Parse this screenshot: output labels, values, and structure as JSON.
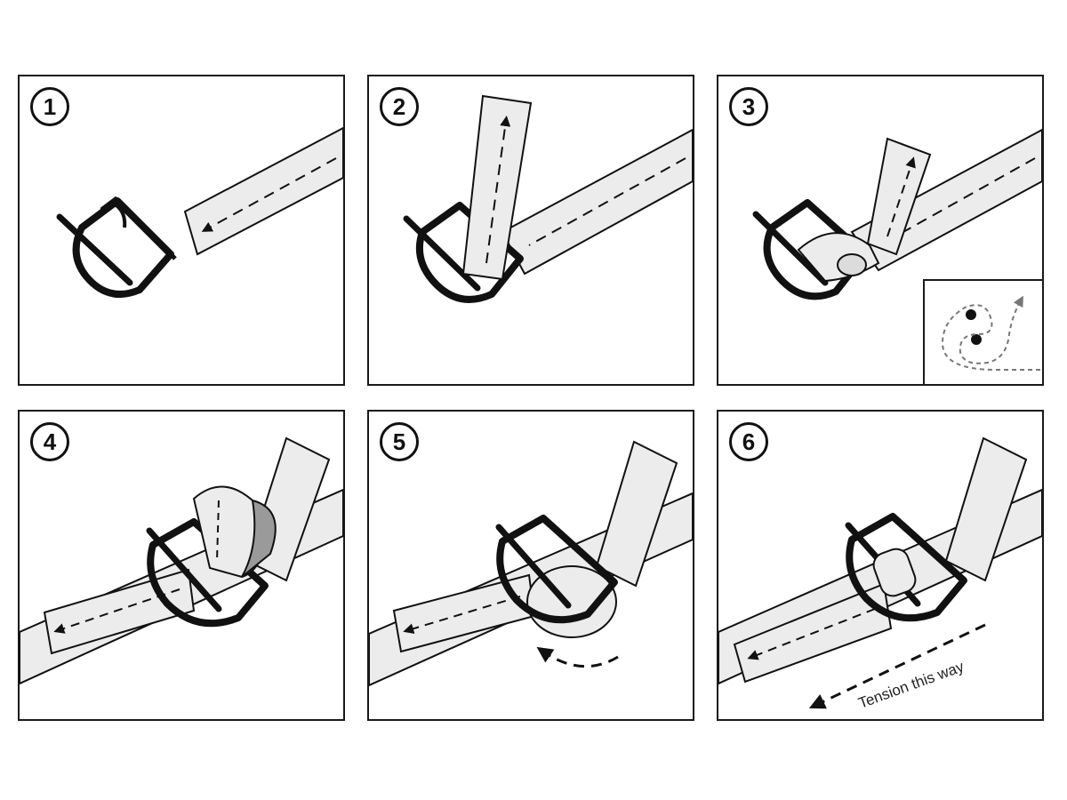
{
  "steps": [
    {
      "number": "1"
    },
    {
      "number": "2"
    },
    {
      "number": "3"
    },
    {
      "number": "4"
    },
    {
      "number": "5"
    },
    {
      "number": "6"
    }
  ],
  "annotations": {
    "tension_label": "Tension this way"
  },
  "colors": {
    "line": "#111111",
    "strap_fill": "#ececec",
    "strap_shade": "#9a9a9a",
    "background": "#ffffff"
  }
}
